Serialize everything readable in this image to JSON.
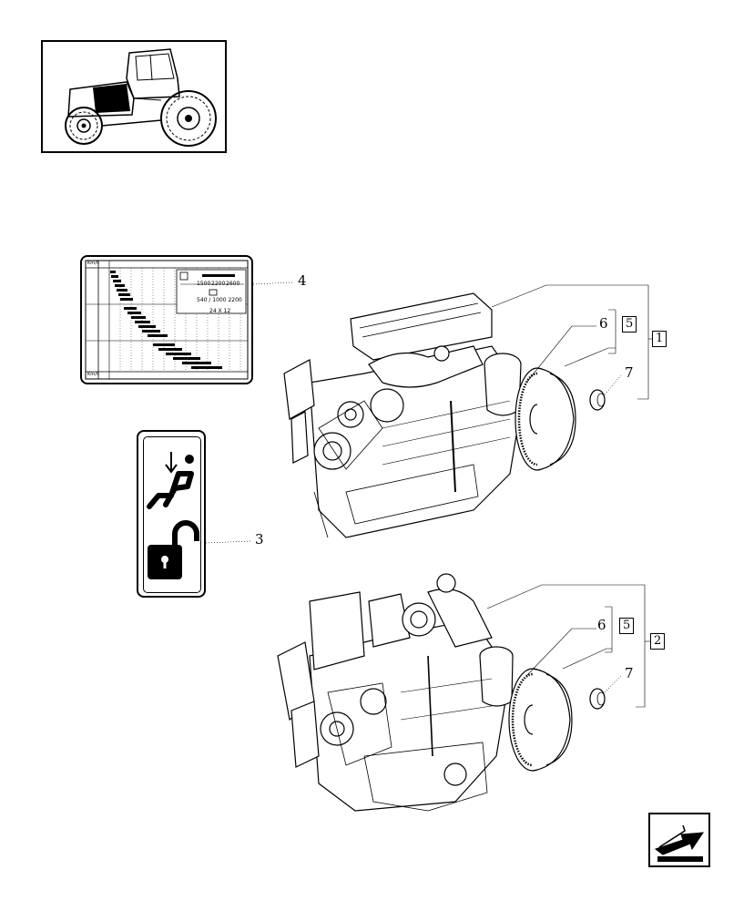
{
  "callouts": {
    "c1": "1",
    "c2": "2",
    "c3": "3",
    "c4": "4",
    "c5a": "5",
    "c5b": "5",
    "c6a": "6",
    "c6b": "6",
    "c7a": "7",
    "c7b": "7"
  },
  "decal_table": {
    "header_left": "Km/h",
    "footer_left": "Km/h",
    "rpm_values": [
      "1500",
      "2200",
      "2600"
    ],
    "row2": "540 / 1000  2200",
    "row3": "24 X 12"
  },
  "icons": {
    "tractor": "tractor-locator-icon",
    "seat": "operator-seat-icon",
    "lock": "unlocked-padlock-icon",
    "nav": "next-page-arrow-icon"
  }
}
